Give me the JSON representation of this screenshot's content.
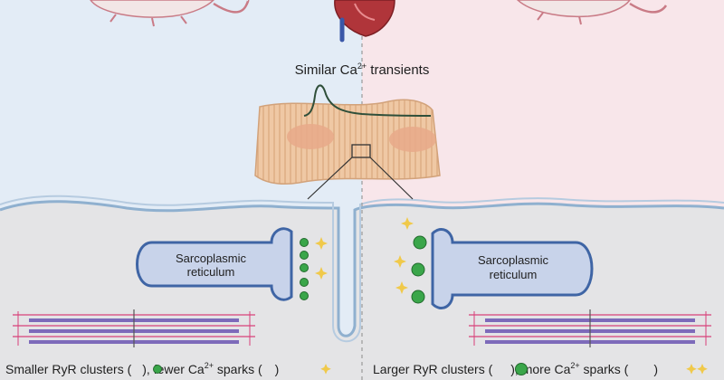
{
  "center_title": {
    "base": "Similar Ca",
    "sup": "2+",
    "rest": " transients"
  },
  "left_organelle": {
    "line1": "Sarcoplasmic",
    "line2": "reticulum"
  },
  "right_organelle": {
    "line1": "Sarcoplasmic",
    "line2": "reticulum"
  },
  "left_caption": {
    "part1": "Smaller RyR clusters (",
    "part2": "), fewer Ca",
    "sup": "2+",
    "part3": " sparks (",
    "part4": ")"
  },
  "right_caption": {
    "part1": "Larger RyR clusters (",
    "part2": "), more Ca",
    "sup": "2+",
    "part3": " sparks (",
    "part4": ")"
  },
  "colors": {
    "left_bg": "#e3ecf6",
    "right_bg": "#f8e6ea",
    "cell_bg": "#e4e4e6",
    "membrane": "#8fb0cf",
    "sr_fill": "#c8d3ea",
    "sr_stroke": "#3f65a5",
    "ryr": "#3aa64a",
    "spark": "#f0c94a",
    "myocyte": "#efc8a4",
    "nucleus": "#e7a98a",
    "heart": "#b0353a",
    "actin": "#d7417a",
    "myosin": "#6b55b2",
    "trace": "#2f4f3a"
  }
}
